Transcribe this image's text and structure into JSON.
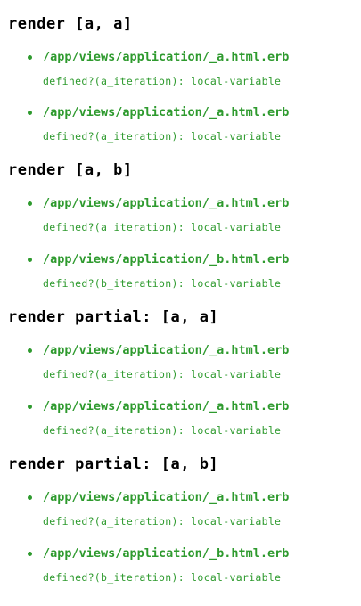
{
  "colors": {
    "heading": "#000000",
    "accent": "#2e9a2e",
    "background": "#ffffff"
  },
  "sections": [
    {
      "title": "render [a, a]",
      "items": [
        {
          "path": "/app/views/application/_a.html.erb",
          "detail": "defined?(a_iteration): local-variable"
        },
        {
          "path": "/app/views/application/_a.html.erb",
          "detail": "defined?(a_iteration): local-variable"
        }
      ]
    },
    {
      "title": "render [a, b]",
      "items": [
        {
          "path": "/app/views/application/_a.html.erb",
          "detail": "defined?(a_iteration): local-variable"
        },
        {
          "path": "/app/views/application/_b.html.erb",
          "detail": "defined?(b_iteration): local-variable"
        }
      ]
    },
    {
      "title": "render partial: [a, a]",
      "items": [
        {
          "path": "/app/views/application/_a.html.erb",
          "detail": "defined?(a_iteration): local-variable"
        },
        {
          "path": "/app/views/application/_a.html.erb",
          "detail": "defined?(a_iteration): local-variable"
        }
      ]
    },
    {
      "title": "render partial: [a, b]",
      "items": [
        {
          "path": "/app/views/application/_a.html.erb",
          "detail": "defined?(a_iteration): local-variable"
        },
        {
          "path": "/app/views/application/_b.html.erb",
          "detail": "defined?(b_iteration): local-variable"
        }
      ]
    }
  ]
}
